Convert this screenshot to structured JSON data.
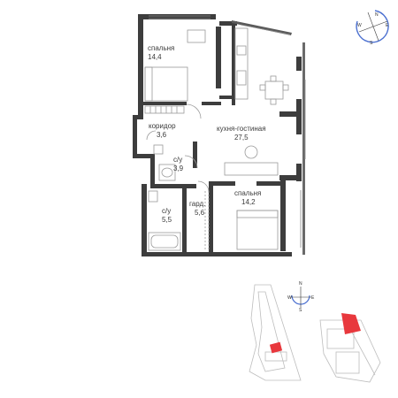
{
  "rooms": [
    {
      "id": "bedroom1",
      "name": "спальня",
      "area": "14,4"
    },
    {
      "id": "corridor",
      "name": "коридор",
      "area": "3,6"
    },
    {
      "id": "kitchen",
      "name": "кухня-гостиная",
      "area": "27,5"
    },
    {
      "id": "bath1",
      "name": "с/у",
      "area": "3,9"
    },
    {
      "id": "bath2",
      "name": "с/у",
      "area": "5,5"
    },
    {
      "id": "wardrobe",
      "name": "гард.",
      "area": "5,6"
    },
    {
      "id": "bedroom2",
      "name": "спальня",
      "area": "14,2"
    }
  ],
  "compass_top": {
    "letters": [
      "N",
      "W",
      "E",
      "S"
    ]
  },
  "compass_bottom": {
    "letters": [
      "N",
      "W",
      "E",
      "S"
    ]
  },
  "colors": {
    "wall": "#3d3d3d",
    "fixture": "#9a9a9a",
    "highlight": "#e8383d",
    "site": "#bdbdbd"
  }
}
